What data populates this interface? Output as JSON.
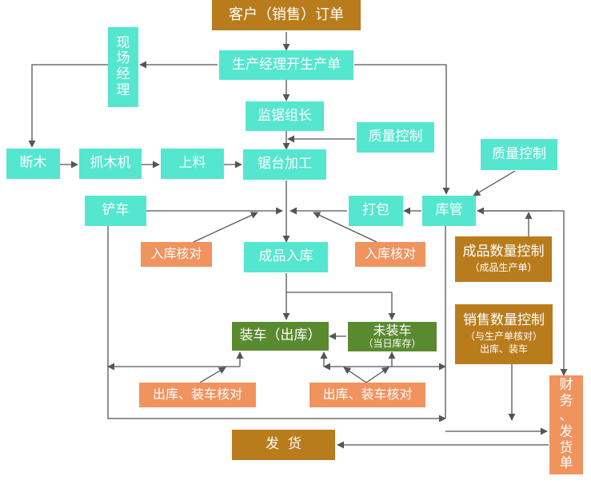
{
  "nodes": {
    "customer_order": "客户（销售）订单",
    "production_manager": "生产经理开生产单",
    "site_manager": [
      "现",
      "场",
      "经",
      "理"
    ],
    "saw_supervisor": "监锯组长",
    "quality_control_1": "质量控制",
    "cut_wood": "断木",
    "log_grabber": "抓木机",
    "loading": "上料",
    "saw_processing": "锯台加工",
    "quality_control_2": "质量控制",
    "forklift": "铲车",
    "packing": "打包",
    "warehouse": "库管",
    "inbound_check_left": "入库核对",
    "finished_inbound": "成品入库",
    "inbound_check_right": "入库核对",
    "finished_qty_control": {
      "title": "成品数量控制",
      "sub": "（成品生产单）"
    },
    "sales_qty_control": {
      "title": "销售数量控制",
      "sub1": "（与生产单核对）",
      "sub2": "出库、装车"
    },
    "loading_outbound": "装车（出库）",
    "not_loaded": {
      "title": "未装车",
      "sub": "（当日库存）"
    },
    "outbound_check_left": "出库、装车核对",
    "outbound_check_right": "出库、装车核对",
    "shipping": "发  货",
    "finance_shipping_order": [
      "财",
      "务",
      "、",
      "发",
      "货",
      "单"
    ]
  },
  "colors": {
    "teal": "#55e6cf",
    "brown": "#b97c1c",
    "green": "#5a8a2f",
    "salmon": "#f0935f",
    "arrow": "#555555"
  }
}
